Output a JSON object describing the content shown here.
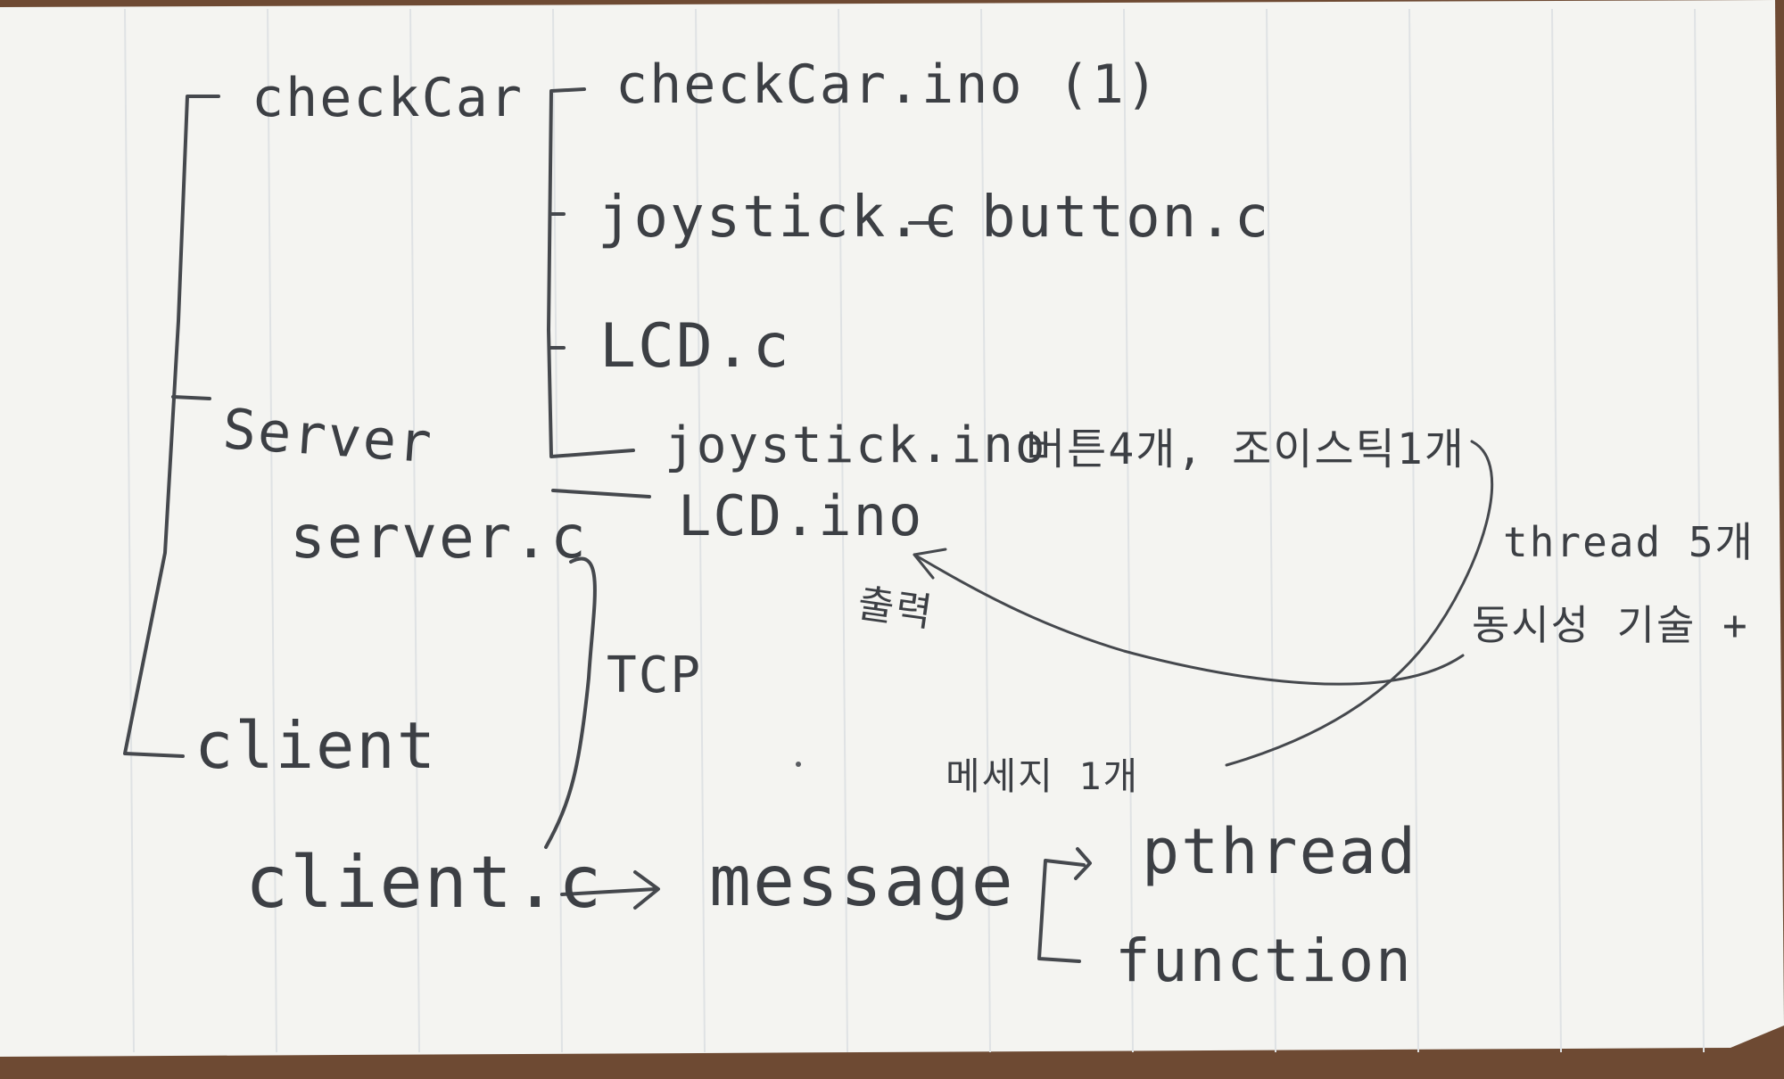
{
  "tree": {
    "root_nodes": [
      "checkCar",
      "Server",
      "client"
    ],
    "checkcar_children": [
      "checkCar.ino (1)",
      "joystick.c",
      "LCD.c",
      "joystick.ino",
      "LCD.ino"
    ],
    "button_file": "button.c",
    "server_file": "server.c",
    "client_file": "client.c"
  },
  "notes": {
    "joystick_note": "버튼4개, 조이스틱1개",
    "tcp": "TCP",
    "output": "출력",
    "threads": "thread 5개",
    "sync": "동시성 기술 +",
    "message_one": "메세지 1개",
    "message": "message",
    "pthread": "pthread",
    "function": "function"
  },
  "colors": {
    "ink": "#45484d",
    "paper": "#f4f4f1",
    "desk": "#6e4a33"
  }
}
